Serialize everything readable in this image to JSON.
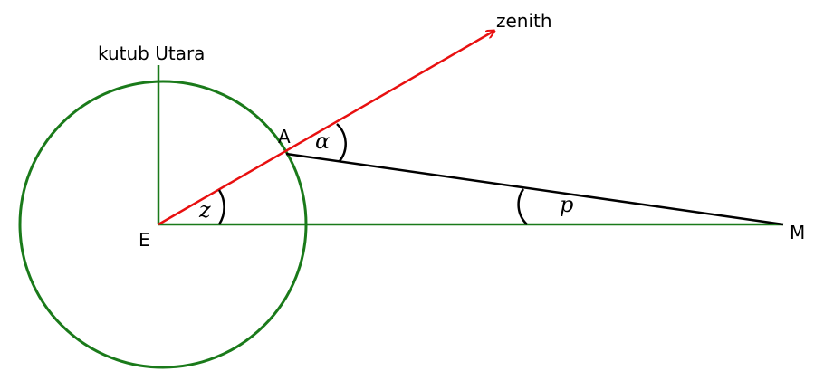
{
  "labels": {
    "north_pole": "kutub Utara",
    "zenith": "zenith",
    "point_a": "A",
    "point_e": "E",
    "point_m": "M",
    "angle_alpha": "α",
    "angle_z": "z",
    "angle_p": "p"
  },
  "colors": {
    "earth_circle": "#1a7a1a",
    "zenith_ray": "#e81010",
    "line_am": "#000000",
    "line_em": "#1a7a1a",
    "axis": "#1a7a1a",
    "text": "#000000"
  }
}
